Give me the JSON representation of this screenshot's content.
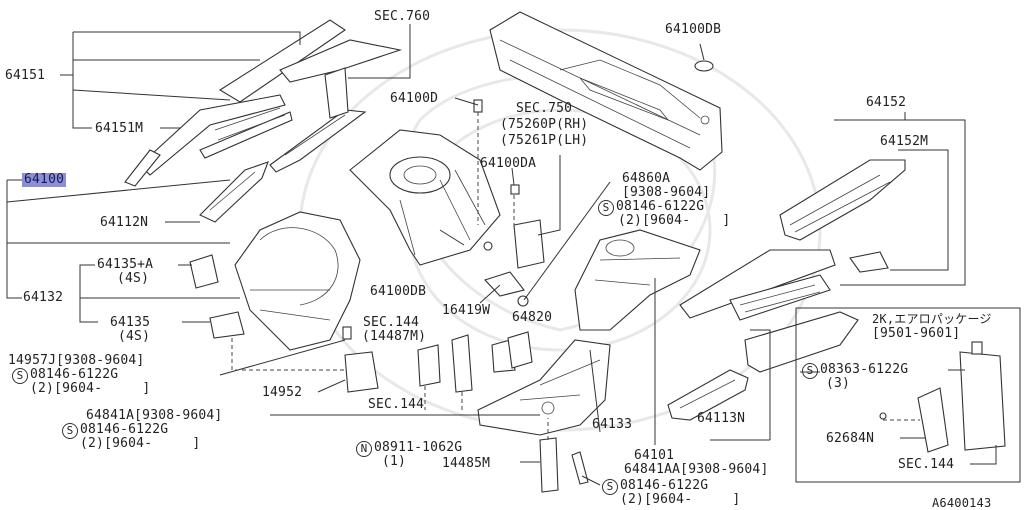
{
  "diagram_id": "A6400143",
  "highlight_color": "#8c8fd8",
  "labels": {
    "sec760": "SEC.760",
    "p64151": "64151",
    "p64151m": "64151M",
    "p64100": "64100",
    "p64112n": "64112N",
    "p64135a": "64135+A",
    "p64135a_sub": "(4S)",
    "p64132": "64132",
    "p64135": "64135",
    "p64135_sub": "(4S)",
    "p14957j": "14957J[9308-9604]",
    "bolt1": "08146-6122G",
    "bolt1_sub": "(2)[9604-     ]",
    "p14952": "14952",
    "sec144a": "SEC.144",
    "sec144a_sub": "(14487M)",
    "sec144b": "SEC.144",
    "p64841a": "64841A[9308-9604]",
    "bolt2": "08146-6122G",
    "bolt2_sub": "(2)[9604-     ]",
    "nut1": "08911-1062G",
    "nut1_sub": "(1)",
    "p14485m": "14485M",
    "bolt3": "08146-6122G",
    "bolt3_sub": "(2)[9604-     ]",
    "p64100d": "64100D",
    "p64100db_top": "64100DB",
    "sec750": "SEC.750",
    "sec750_rh": "(75260P(RH)",
    "sec750_lh": "(75261P(LH)",
    "p64100da": "64100DA",
    "p64860a": "64860A",
    "p64860a_date": "[9308-9604]",
    "bolt4": "08146-6122G",
    "bolt4_sub": "(2)[9604-    ]",
    "p64100db_mid": "64100DB",
    "p16419w": "16419W",
    "p64820": "64820",
    "p64152": "64152",
    "p64152m": "64152M",
    "p64133": "64133",
    "p64113n": "64113N",
    "p64101": "64101",
    "p64841aa": "64841AA[9308-9604]",
    "aero_title": "2K,エアロパッケージ",
    "aero_date": "[9501-9601]",
    "bolt5": "08363-6122G",
    "bolt5_sub": "(3)",
    "p62684n": "62684N",
    "sec144c": "SEC.144",
    "sym_s": "S",
    "sym_n": "N"
  }
}
